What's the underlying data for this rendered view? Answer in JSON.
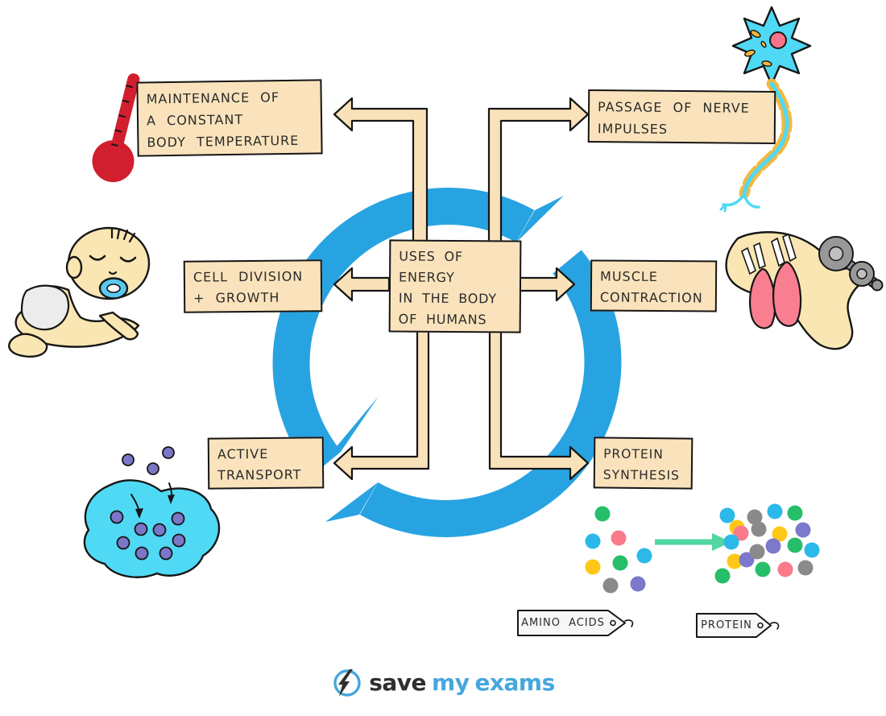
{
  "center_box": {
    "label": "USES OF\nENERGY\nIN THE BODY\nOF HUMANS"
  },
  "boxes": [
    {
      "id": "maintenance-body-temperature",
      "label": "MAINTENANCE OF\nA CONSTANT\nBODY TEMPERATURE"
    },
    {
      "id": "nerve-impulses",
      "label": "PASSAGE OF NERVE\nIMPULSES"
    },
    {
      "id": "cell-division-growth",
      "label": "CELL DIVISION\n+ GROWTH"
    },
    {
      "id": "muscle-contraction",
      "label": "MUSCLE\nCONTRACTION"
    },
    {
      "id": "active-transport",
      "label": "ACTIVE\nTRANSPORT"
    },
    {
      "id": "protein-synthesis",
      "label": "PROTEIN\nSYNTHESIS"
    }
  ],
  "tags": {
    "amino_acids": "AMINO ACIDS",
    "protein": "PROTEIN"
  },
  "logo": {
    "word1": "save",
    "word2": "my",
    "word3": "exams"
  },
  "illustrations": [
    "thermometer-icon",
    "neuron-icon",
    "baby-icon",
    "muscle-arm-icon",
    "dumbbell-icon",
    "cell-active-transport-icon",
    "amino-acids-dots",
    "protein-dots",
    "cycle-arrows",
    "lightning-bolt-icon"
  ],
  "palette": {
    "ink": "#161616",
    "text": "#2b2b2b",
    "box_fill": "#fae3bc",
    "arrow_fill": "#f9e2ba",
    "cycle_blue": "#28a3e2",
    "red": "#d11f2f",
    "cyan": "#4fd9f5",
    "myelin_orange": "#f5b83d",
    "nucleus_pink": "#f9738a",
    "skin": "#fae6b2",
    "muscle_pink": "#f87e90",
    "dumbbell_gray": "#989898",
    "purple": "#7b76c8",
    "mint": "#52d6a2",
    "dot_green": "#27be69",
    "dot_cyan": "#2cb9ea",
    "dot_pink": "#f97b8b",
    "dot_yellow": "#ffc716",
    "dot_gray": "#8a8a8a",
    "dot_purple": "#7c78cb",
    "pacifier_blue": "#5bc8f2",
    "tag_fill": "#f7f7f7",
    "logo_blue": "#45a7dd",
    "logo_dark": "#2f2f2f"
  }
}
